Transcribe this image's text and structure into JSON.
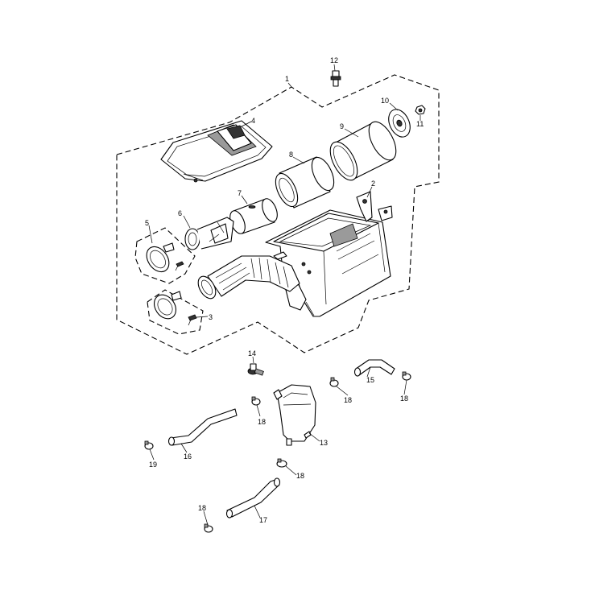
{
  "callouts": {
    "c1": "1",
    "c2": "2",
    "c3": "3",
    "c4": "4",
    "c5": "5",
    "c6": "6",
    "c7": "7",
    "c8": "8",
    "c9": "9",
    "c10": "10",
    "c11": "11",
    "c12": "12",
    "c13": "13",
    "c14": "14",
    "c15": "15",
    "c16": "16",
    "c17": "17",
    "c18a": "18",
    "c18b": "18",
    "c18c": "18",
    "c18d": "18",
    "c18e": "18",
    "c19": "19"
  }
}
